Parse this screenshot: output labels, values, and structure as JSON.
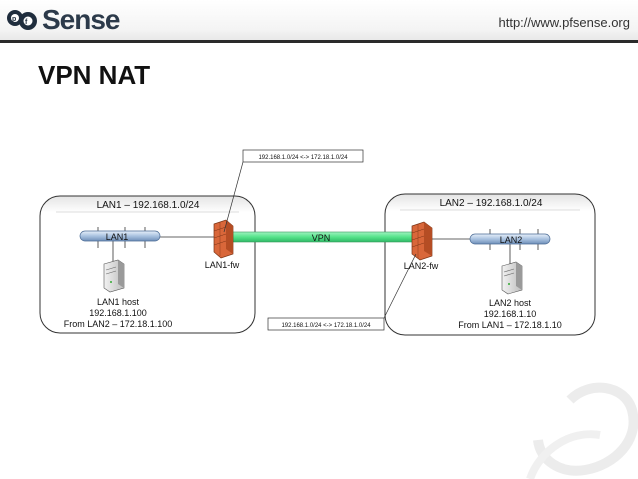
{
  "header": {
    "logo_text": "Sense",
    "url": "http://www.pfsense.org"
  },
  "slide": {
    "title": "VPN NAT"
  },
  "diagram": {
    "site1": {
      "title": "LAN1 – 192.168.1.0/24",
      "switch_label": "LAN1",
      "firewall_label": "LAN1-fw",
      "host_name": "LAN1 host",
      "host_ip": "192.168.1.100",
      "host_nat": "From LAN2 – 172.18.1.100"
    },
    "site2": {
      "title": "LAN2 – 192.168.1.0/24",
      "switch_label": "LAN2",
      "firewall_label": "LAN2-fw",
      "host_name": "LAN2 host",
      "host_ip": "192.168.1.10",
      "host_nat": "From LAN1 – 172.18.1.10"
    },
    "tunnel_label": "VPN",
    "callout_top": "192.168.1.0/24 <-> 172.18.1.0/24",
    "callout_bottom": "192.168.1.0/24 <-> 172.18.1.0/24"
  },
  "colors": {
    "tunnel": "#55e38a",
    "firewall": "#d9673a",
    "switch": "#a9c2e0",
    "site_border": "#333333"
  }
}
